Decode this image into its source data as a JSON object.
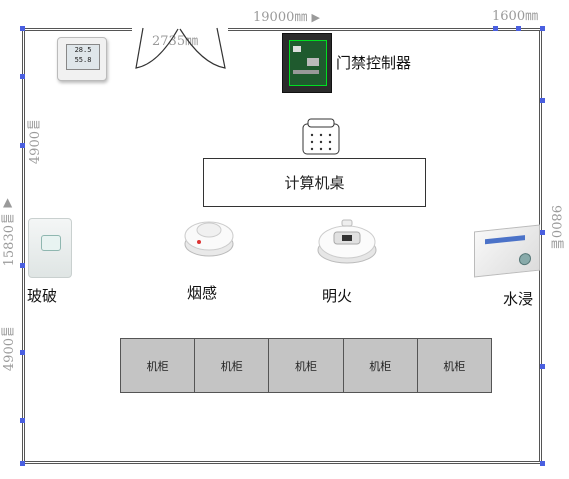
{
  "dimensions": {
    "top_length": "19000㎜",
    "top_right": "1600㎜",
    "door_width": "2735㎜",
    "left_upper": "4900㎜",
    "left_total": "15830㎜",
    "left_lower": "4900㎜",
    "right": "9800㎜"
  },
  "labels": {
    "access_controller": "门禁控制器",
    "computer_desk": "计算机桌",
    "glass_break": "玻破",
    "smoke": "烟感",
    "open_fire": "明火",
    "water_leak": "水浸"
  },
  "cabinets": [
    "机柜",
    "机柜",
    "机柜",
    "机柜",
    "机柜"
  ],
  "thermometer": {
    "line1": "28.5",
    "line2": "55.8"
  },
  "colors": {
    "wall": "#555555",
    "dimension_text": "#9a9a9a",
    "handle": "#4a5fe0",
    "cabinet_fill": "#c4c4c4"
  }
}
